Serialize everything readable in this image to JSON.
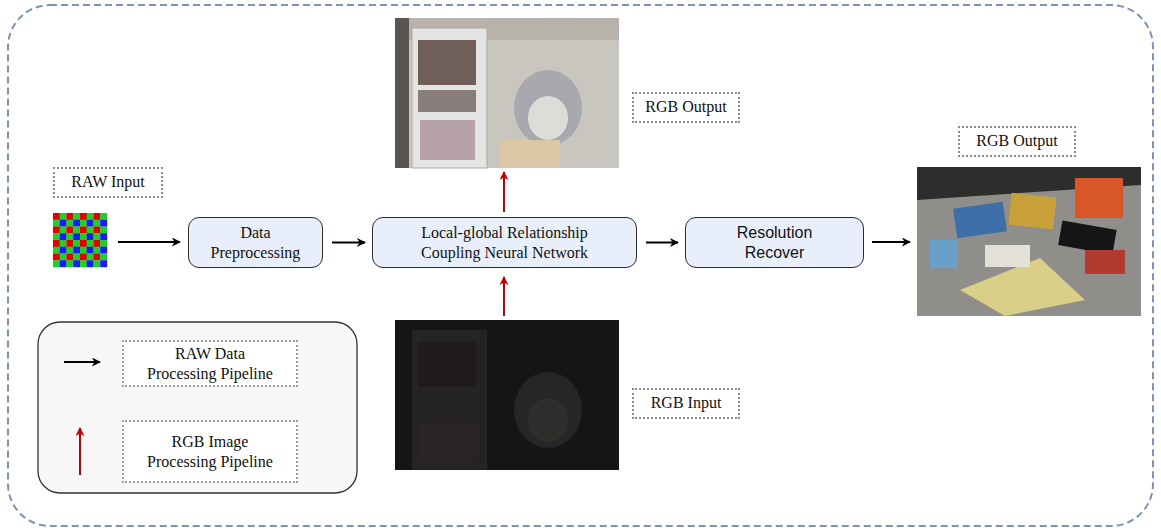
{
  "diagram": {
    "nodes": [
      {
        "text": [
          "RAW Input"
        ]
      },
      {
        "text": [
          "Data Preprocessing"
        ]
      },
      {
        "text": [
          "Local-global Relationship Coupling Neural Network"
        ]
      },
      {
        "text": [
          "Resolution Recover"
        ]
      },
      {
        "text": [
          "RGB Output"
        ]
      },
      {
        "text": [
          "RGB Output"
        ]
      },
      {
        "text": [
          "RGB Input"
        ]
      }
    ],
    "edges": [
      {
        "from": 1,
        "to": 2,
        "arrow": "to"
      },
      {
        "from": 2,
        "to": 3,
        "arrow": "to"
      }
    ],
    "legend": [
      {
        "text": "RAW Data Processing Pipeline"
      },
      {
        "text": "RGB Image Processing Pipeline"
      }
    ]
  }
}
